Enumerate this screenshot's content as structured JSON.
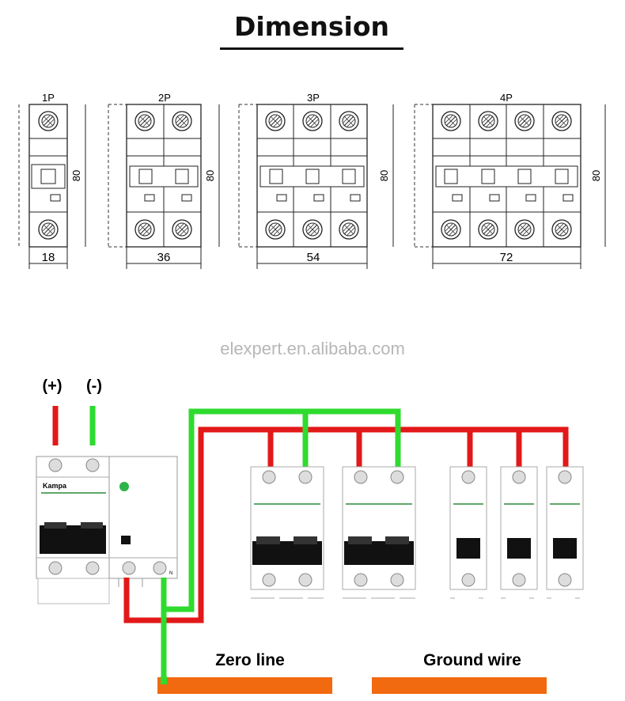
{
  "title": "Dimension",
  "watermark": "elexpert.en.alibaba.com",
  "breakers": [
    {
      "poles": "1P",
      "width": "18",
      "height": "80"
    },
    {
      "poles": "2P",
      "width": "36",
      "height": "80"
    },
    {
      "poles": "3P",
      "width": "54",
      "height": "80"
    },
    {
      "poles": "4P",
      "width": "72",
      "height": "80"
    }
  ],
  "wiring": {
    "plus_label": "(+)",
    "minus_label": "(-)",
    "brand": "Kampa",
    "neutral_mark": "N",
    "zero_line_label": "Zero line",
    "ground_wire_label": "Ground wire"
  },
  "colors": {
    "live_wire": "#e31818",
    "neutral_wire": "#2edb2e",
    "busbar": "#f26a10",
    "toggle": "#111111",
    "accent_line": "#2a8a3c"
  }
}
